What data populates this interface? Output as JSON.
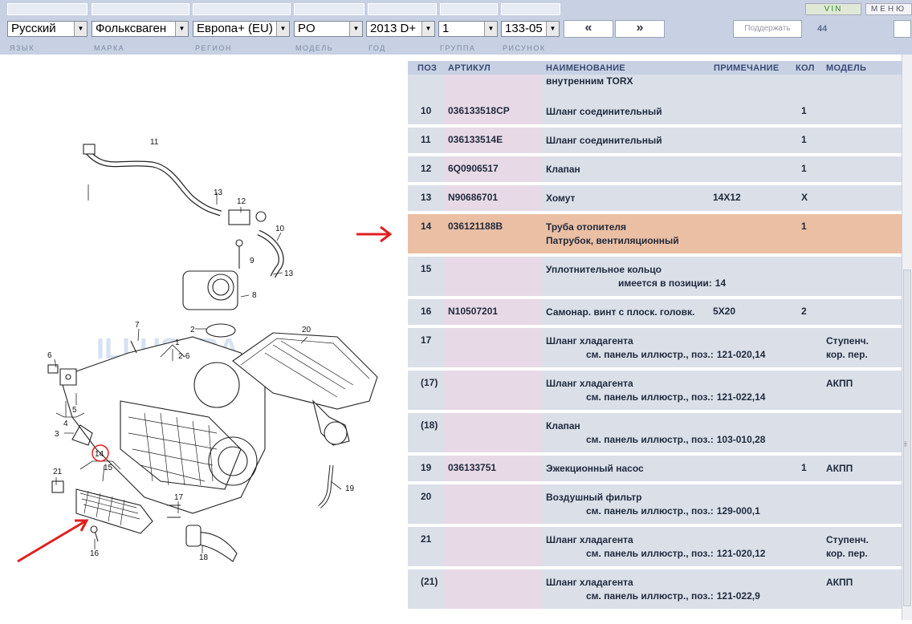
{
  "topbar": {
    "vin_label": "VIN",
    "menu_label": "МЕНЮ"
  },
  "selectors": {
    "language": "Русский",
    "brand": "Фольксваген",
    "region": "Европа+ (EU)",
    "model": "PO",
    "year": "2013  D+",
    "group": "1",
    "figure": "133-05"
  },
  "nav": {
    "prev": "«",
    "next": "»",
    "support_label": "Поддержать",
    "page_number": "44"
  },
  "labels": {
    "language": "ЯЗЫК",
    "brand": "МАРКА",
    "region": "РЕГИОН",
    "model": "МОДЕЛЬ",
    "year": "ГОД",
    "group": "ГРУППА",
    "figure": "РИСУНОК"
  },
  "table": {
    "headers": {
      "pos": "ПОЗ",
      "article": "АРТИКУЛ",
      "name": "НАИМЕНОВАНИЕ",
      "note": "ПРИМЕЧАНИЕ",
      "qty": "КОЛ",
      "model": "МОДЕЛЬ"
    },
    "ref_label": "см. панель иллюстр., поз.:",
    "avail_label": "имеется в позиции:",
    "partial_row_text": "внутренним TORX",
    "rows": [
      {
        "pos": "10",
        "article": "036133518CP",
        "name": "Шланг соединительный",
        "note": "",
        "qty": "1",
        "model": ""
      },
      {
        "pos": "11",
        "article": "036133514E",
        "name": "Шланг соединительный",
        "note": "",
        "qty": "1",
        "model": ""
      },
      {
        "pos": "12",
        "article": "6Q0906517",
        "name": "Клапан",
        "note": "",
        "qty": "1",
        "model": ""
      },
      {
        "pos": "13",
        "article": "N90686701",
        "name": "Хомут",
        "note": "14X12",
        "qty": "X",
        "model": ""
      },
      {
        "pos": "14",
        "article": "036121188B",
        "name": "Труба отопителя",
        "name2": "Патрубок, вентиляционный",
        "note": "",
        "qty": "1",
        "model": "",
        "highlighted": true
      },
      {
        "pos": "15",
        "article": "",
        "name": "Уплотнительное кольцо",
        "avail": "14",
        "note": "",
        "qty": "",
        "model": ""
      },
      {
        "pos": "16",
        "article": "N10507201",
        "name": "Самонар. винт с плоск. головк.",
        "note": "5X20",
        "qty": "2",
        "model": ""
      },
      {
        "pos": "17",
        "article": "",
        "name": "Шланг хладагента",
        "ref": "121-020,14",
        "note": "",
        "qty": "",
        "model": "Ступенч.",
        "model2": "кор. пер."
      },
      {
        "pos": "(17)",
        "article": "",
        "name": "Шланг хладагента",
        "ref": "121-022,14",
        "note": "",
        "qty": "",
        "model": "АКПП"
      },
      {
        "pos": "(18)",
        "article": "",
        "name": "Клапан",
        "ref": "103-010,28",
        "note": "",
        "qty": "",
        "model": ""
      },
      {
        "pos": "19",
        "article": "036133751",
        "name": "Эжекционный насос",
        "note": "",
        "qty": "1",
        "model": "АКПП"
      },
      {
        "pos": "20",
        "article": "",
        "name": "Воздушный фильтр",
        "ref": "129-000,1",
        "note": "",
        "qty": "",
        "model": ""
      },
      {
        "pos": "21",
        "article": "",
        "name": "Шланг хладагента",
        "ref": "121-020,12",
        "note": "",
        "qty": "",
        "model": "Ступенч.",
        "model2": "кор. пер."
      },
      {
        "pos": "(21)",
        "article": "",
        "name": "Шланг хладагента",
        "ref": "121-022,9",
        "note": "",
        "qty": "",
        "model": "АКПП"
      }
    ]
  },
  "diagram": {
    "callouts": [
      "11",
      "13",
      "12",
      "9",
      "10",
      "13",
      "8",
      "2",
      "20",
      "7",
      "1",
      "2-6",
      "6",
      "4",
      "5",
      "3",
      "14",
      "15",
      "21",
      "17",
      "16",
      "18",
      "19"
    ],
    "watermark": "ILLUSTRA"
  },
  "colors": {
    "highlight_row": "#ebbfa4",
    "arrow": "#e02020",
    "header_bg": "#c7d1e3"
  }
}
